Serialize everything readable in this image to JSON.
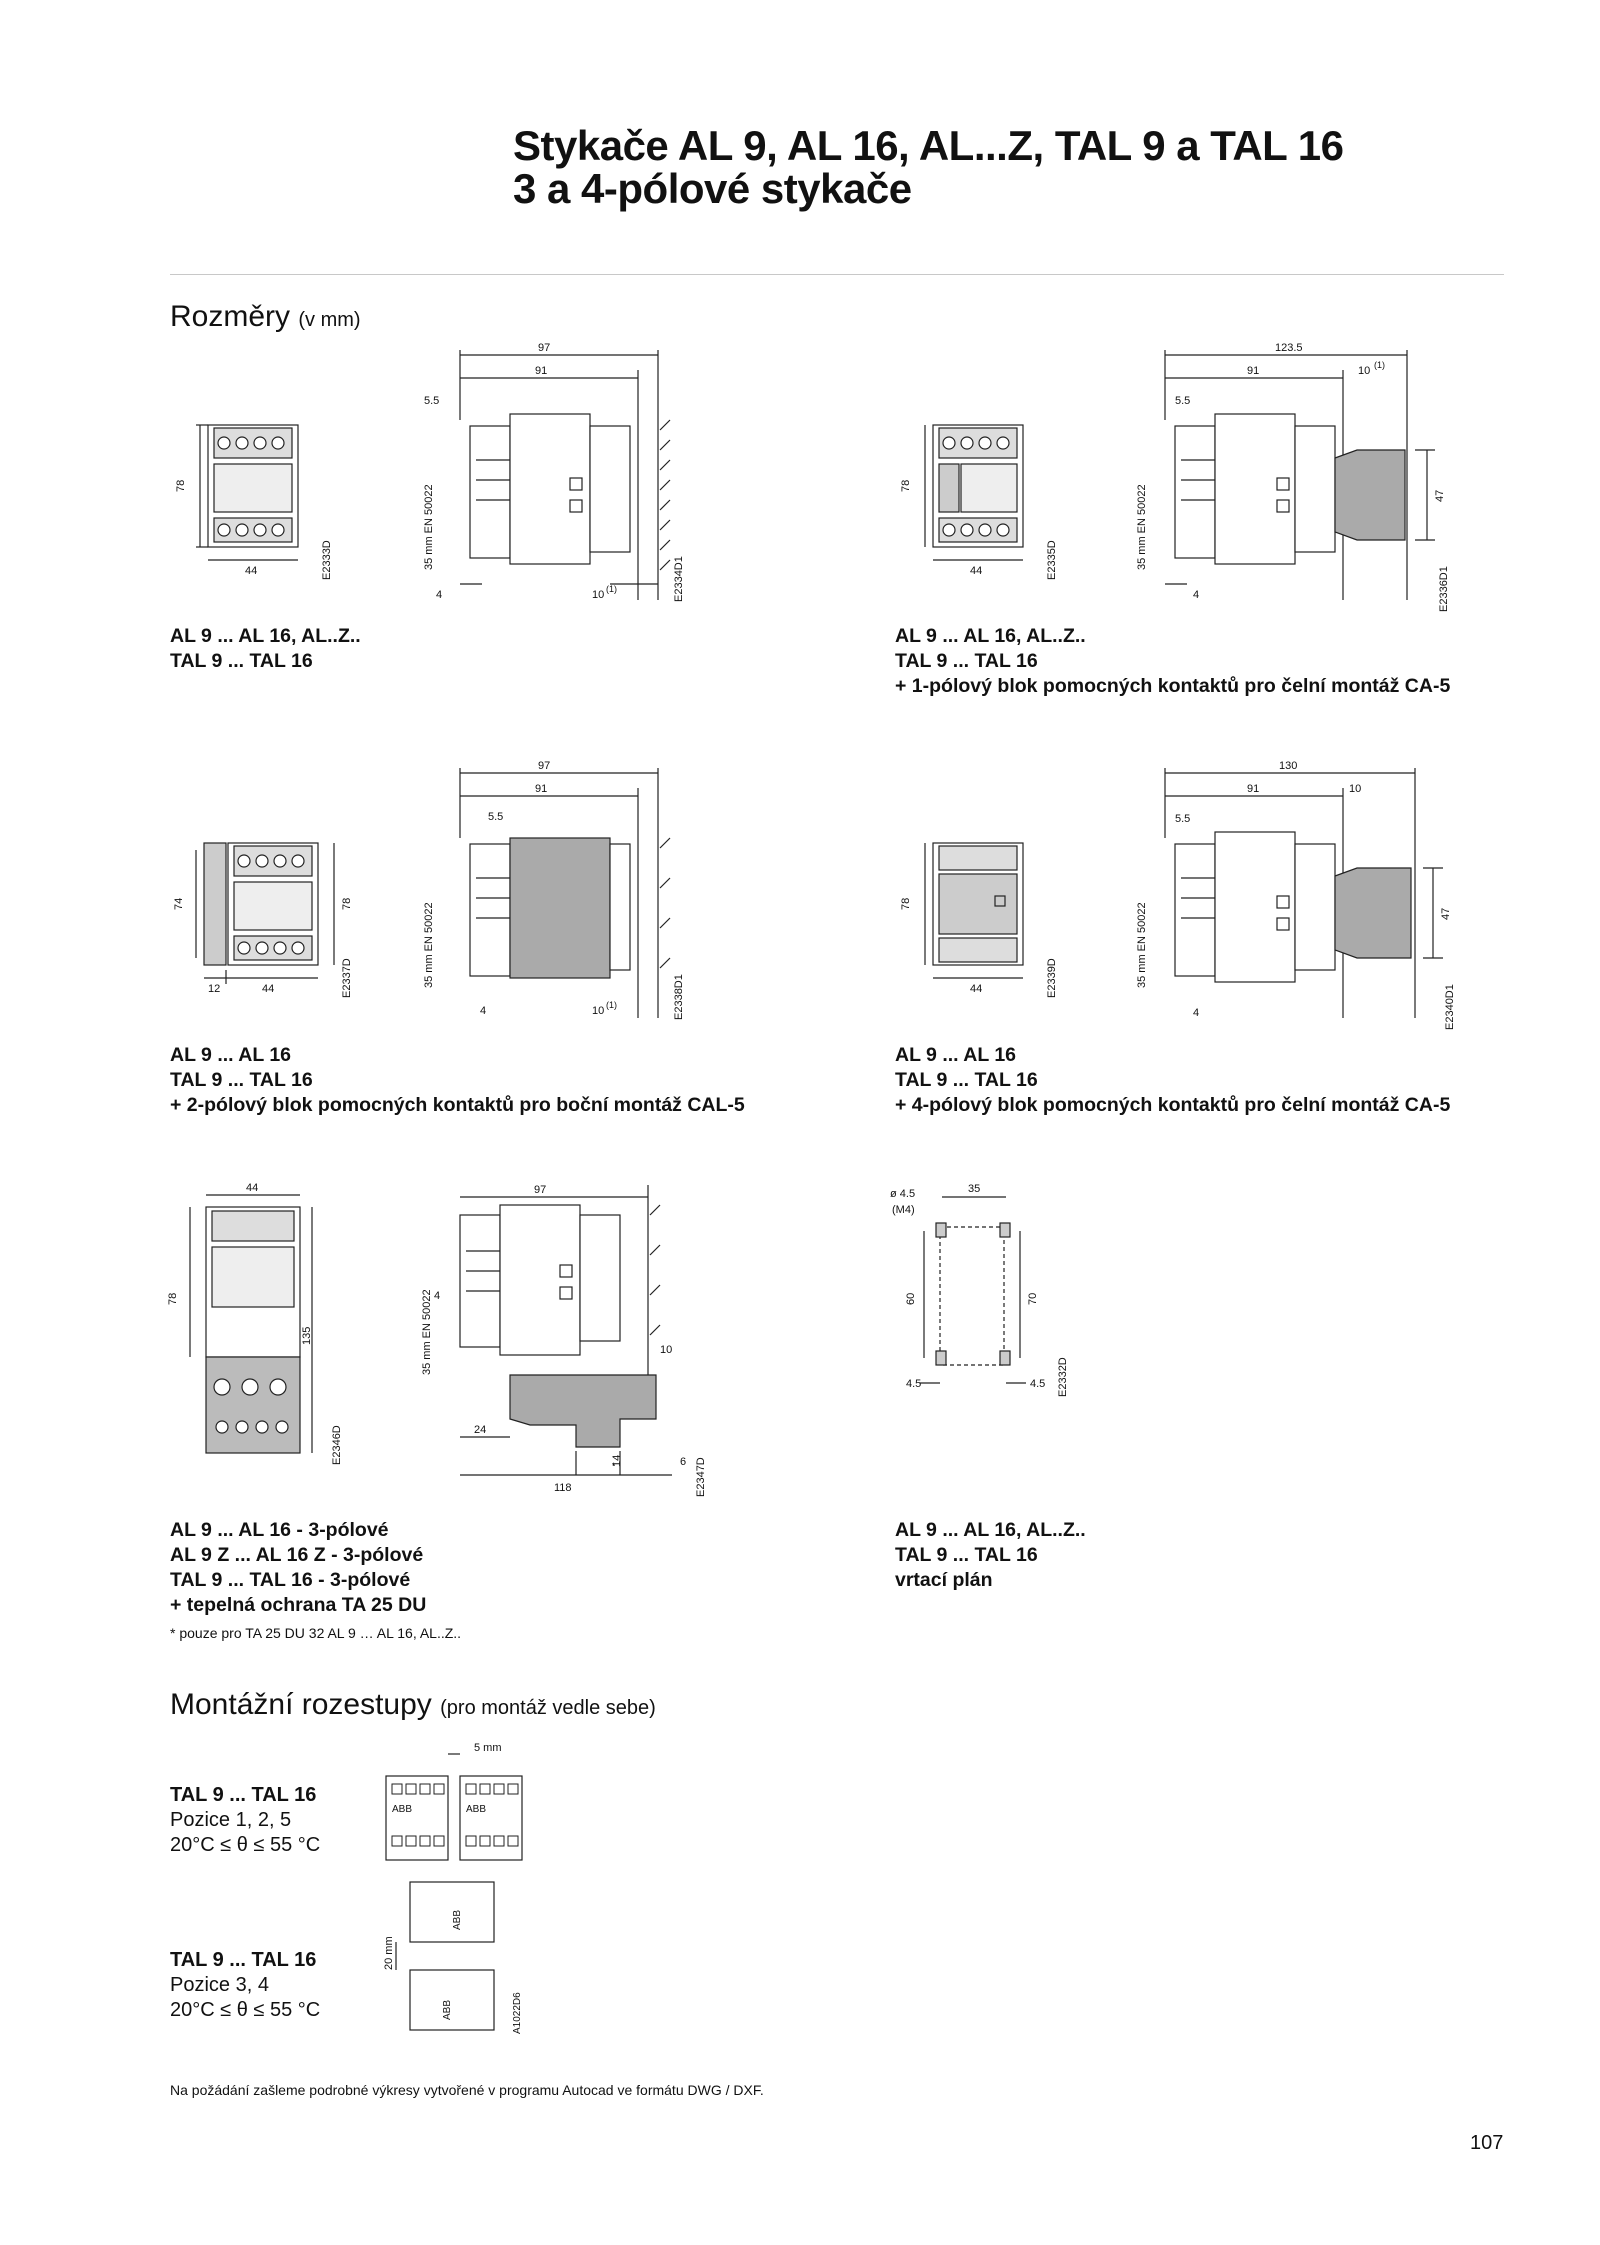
{
  "title_line1": "Stykače AL 9, AL 16, AL...Z, TAL 9 a TAL 16",
  "title_line2": "3 a 4-pólové stykače",
  "dims_section": {
    "title": "Rozměry",
    "unit": "(v mm)"
  },
  "figures": [
    {
      "id": "f1",
      "caption": [
        "AL 9 ... AL 16, AL..Z..",
        "TAL 9 ... TAL 16"
      ],
      "front": {
        "h": "78",
        "w": "44",
        "code": "E2333D"
      },
      "side": {
        "total": "97",
        "body": "91",
        "rail_off": "5.5",
        "rail": "35 mm EN 50022",
        "bottom_off": "4",
        "gap": "10",
        "gap_note": "(1)",
        "code": "E2334D1"
      }
    },
    {
      "id": "f2",
      "caption": [
        "AL 9 ... AL 16, AL..Z..",
        "TAL 9 ... TAL 16",
        "+ 1-pólový blok pomocných kontaktů pro čelní montáž CA-5"
      ],
      "front": {
        "h": "78",
        "w": "44",
        "code": "E2335D"
      },
      "side": {
        "total": "123.5",
        "body": "91",
        "rail_off": "5.5",
        "rail": "35 mm EN 50022",
        "bottom_off": "4",
        "gap": "10",
        "gap_note": "(1)",
        "block_h": "47",
        "code": "E2336D1"
      }
    },
    {
      "id": "f3",
      "caption": [
        "AL 9 ... AL 16",
        "TAL 9 ... TAL 16",
        "+ 2-pólový blok pomocných kontaktů pro boční montáž CAL-5"
      ],
      "front": {
        "h": "78",
        "h2": "74",
        "w": "44",
        "w2": "12",
        "code": "E2337D"
      },
      "side": {
        "total": "97",
        "body": "91",
        "rail_off": "5.5",
        "rail": "35 mm EN 50022",
        "bottom_off": "4",
        "gap": "10",
        "gap_note": "(1)",
        "code": "E2338D1"
      }
    },
    {
      "id": "f4",
      "caption": [
        "AL 9 ... AL 16",
        "TAL 9 ... TAL 16",
        "+ 4-pólový blok pomocných kontaktů pro čelní montáž CA-5"
      ],
      "front": {
        "h": "78",
        "w": "44",
        "code": "E2339D"
      },
      "side": {
        "total": "130",
        "body": "91",
        "rail_off": "5.5",
        "rail": "35 mm EN 50022",
        "bottom_off": "4",
        "gap": "10",
        "block_h": "47",
        "code": "E2340D1"
      }
    },
    {
      "id": "f5",
      "caption": [
        "AL 9 ... AL 16 - 3-pólové",
        "AL 9 Z ... AL 16 Z - 3-pólové",
        "TAL 9 ... TAL 16 - 3-pólové",
        "+ tepelná ochrana TA 25 DU"
      ],
      "front": {
        "h": "78",
        "w": "44",
        "total_h": "135",
        "code": "E2346D"
      },
      "side": {
        "total": "97",
        "rail": "35 mm EN 50022",
        "bottom_off": "4",
        "gap": "10",
        "relay_off": "24",
        "relay_total": "118",
        "sub1": "14",
        "sub1_note": "*",
        "sub2": "6",
        "code": "E2347D"
      }
    },
    {
      "id": "f6",
      "caption": [
        "AL 9 ... AL 16, AL..Z..",
        "TAL 9 ... TAL 16",
        "vrtací plán"
      ],
      "drill": {
        "hole": "ø 4.5",
        "hole_note": "(M4)",
        "w": "35",
        "h1": "60",
        "h2": "70",
        "m1": "4.5",
        "m2": "4.5",
        "code": "E2332D"
      }
    }
  ],
  "footnote": "* pouze pro TA 25 DU 32    AL 9 … AL 16, AL..Z..",
  "mount_section": {
    "title": "Montážní rozestupy",
    "note": "(pro montáž vedle sebe)"
  },
  "mounting": [
    {
      "model": "TAL 9 ... TAL 16",
      "position": "Pozice 1, 2, 5",
      "temp": "20°C ≤ θ ≤ 55 °C"
    },
    {
      "model": "TAL 9 ... TAL 16",
      "position": "Pozice 3, 4",
      "temp": "20°C ≤ θ ≤ 55 °C"
    }
  ],
  "mount_fig": {
    "gap_h": "5 mm",
    "gap_v": "20 mm",
    "brand": "ABB",
    "code": "A1022D6"
  },
  "bottom_note": "Na požádání zašleme podrobné výkresy vytvořené v programu Autocad ve formátu DWG / DXF.",
  "page_number": "107"
}
